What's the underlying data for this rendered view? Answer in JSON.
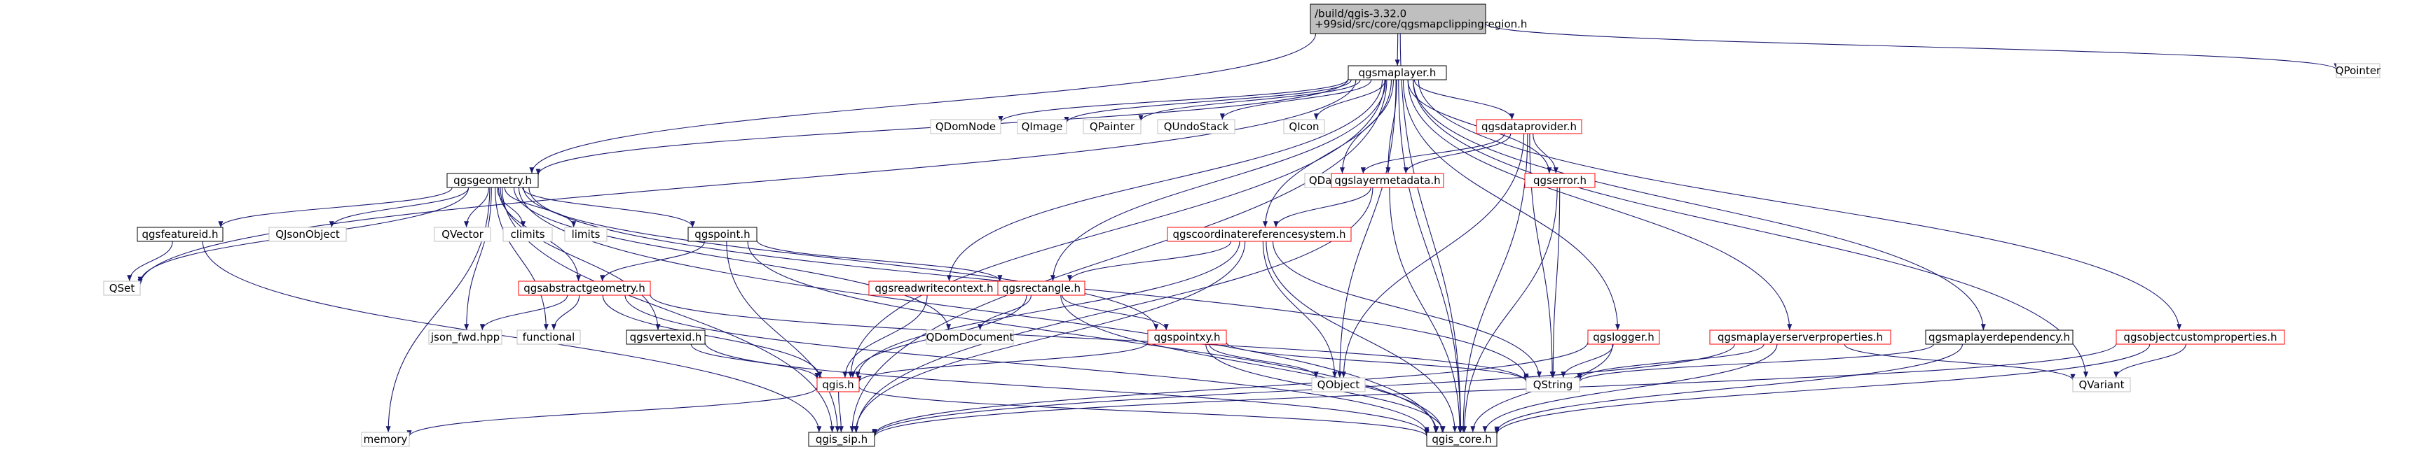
{
  "graph": {
    "nodes": [
      {
        "id": "root",
        "label": [
          "/build/qgis-3.32.0",
          "+99sid/src/core/qgsmapclippingregion.h"
        ],
        "style": "root"
      },
      {
        "id": "qpointer",
        "label": [
          "QPointer"
        ],
        "style": "gray"
      },
      {
        "id": "qgsmaplayer",
        "label": [
          "qgsmaplayer.h"
        ],
        "style": "black"
      },
      {
        "id": "qgsgeometry",
        "label": [
          "qgsgeometry.h"
        ],
        "style": "black"
      },
      {
        "id": "qdomnode",
        "label": [
          "QDomNode"
        ],
        "style": "gray"
      },
      {
        "id": "qimage",
        "label": [
          "QImage"
        ],
        "style": "gray"
      },
      {
        "id": "qpainter",
        "label": [
          "QPainter"
        ],
        "style": "gray"
      },
      {
        "id": "qundostack",
        "label": [
          "QUndoStack"
        ],
        "style": "gray"
      },
      {
        "id": "qicon",
        "label": [
          "QIcon"
        ],
        "style": "gray"
      },
      {
        "id": "qgsdataprovider",
        "label": [
          "qgsdataprovider.h"
        ],
        "style": "red"
      },
      {
        "id": "qdatetime",
        "label": [
          "QDateTime"
        ],
        "style": "gray"
      },
      {
        "id": "qgslayermetadata",
        "label": [
          "qgslayermetadata.h"
        ],
        "style": "red"
      },
      {
        "id": "qgserror",
        "label": [
          "qgserror.h"
        ],
        "style": "red"
      },
      {
        "id": "qgsfeatureid",
        "label": [
          "qgsfeatureid.h"
        ],
        "style": "black"
      },
      {
        "id": "qjsonobject",
        "label": [
          "QJsonObject"
        ],
        "style": "gray"
      },
      {
        "id": "qvector",
        "label": [
          "QVector"
        ],
        "style": "gray"
      },
      {
        "id": "climits",
        "label": [
          "climits"
        ],
        "style": "gray"
      },
      {
        "id": "limits",
        "label": [
          "limits"
        ],
        "style": "gray"
      },
      {
        "id": "qgspoint",
        "label": [
          "qgspoint.h"
        ],
        "style": "black"
      },
      {
        "id": "qgscrs",
        "label": [
          "qgscoordinatereferencesystem.h"
        ],
        "style": "red"
      },
      {
        "id": "qset",
        "label": [
          "QSet"
        ],
        "style": "gray"
      },
      {
        "id": "qgsreadwritecontext",
        "label": [
          "qgsreadwritecontext.h"
        ],
        "style": "red"
      },
      {
        "id": "qgsrectangle",
        "label": [
          "qgsrectangle.h"
        ],
        "style": "red"
      },
      {
        "id": "qgsabstractgeometry",
        "label": [
          "qgsabstractgeometry.h"
        ],
        "style": "red"
      },
      {
        "id": "json_fwd",
        "label": [
          "json_fwd.hpp"
        ],
        "style": "gray"
      },
      {
        "id": "functional",
        "label": [
          "functional"
        ],
        "style": "gray"
      },
      {
        "id": "qgsvertexid",
        "label": [
          "qgsvertexid.h"
        ],
        "style": "black"
      },
      {
        "id": "qdomdocument",
        "label": [
          "QDomDocument"
        ],
        "style": "gray"
      },
      {
        "id": "qgspointxy",
        "label": [
          "qgspointxy.h"
        ],
        "style": "red"
      },
      {
        "id": "qgslogger",
        "label": [
          "qgslogger.h"
        ],
        "style": "red"
      },
      {
        "id": "qgsmaplayerserverproperties",
        "label": [
          "qgsmaplayerserverproperties.h"
        ],
        "style": "red"
      },
      {
        "id": "qgsmaplayerdependency",
        "label": [
          "qgsmaplayerdependency.h"
        ],
        "style": "black"
      },
      {
        "id": "qgsobjectcustomproperties",
        "label": [
          "qgsobjectcustomproperties.h"
        ],
        "style": "red"
      },
      {
        "id": "qgis",
        "label": [
          "qgis.h"
        ],
        "style": "red"
      },
      {
        "id": "qobject",
        "label": [
          "QObject"
        ],
        "style": "gray"
      },
      {
        "id": "qstring",
        "label": [
          "QString"
        ],
        "style": "gray"
      },
      {
        "id": "qvariant",
        "label": [
          "QVariant"
        ],
        "style": "gray"
      },
      {
        "id": "memory",
        "label": [
          "memory"
        ],
        "style": "gray"
      },
      {
        "id": "qgis_sip",
        "label": [
          "qgis_sip.h"
        ],
        "style": "black"
      },
      {
        "id": "qgis_core",
        "label": [
          "qgis_core.h"
        ],
        "style": "black"
      }
    ],
    "edges": [
      [
        "root",
        "qpointer"
      ],
      [
        "root",
        "qgsmaplayer"
      ],
      [
        "root",
        "qgsgeometry"
      ],
      [
        "root",
        "qgis_core"
      ],
      [
        "qgsmaplayer",
        "qgsgeometry"
      ],
      [
        "qgsmaplayer",
        "qdomnode"
      ],
      [
        "qgsmaplayer",
        "qimage"
      ],
      [
        "qgsmaplayer",
        "qpainter"
      ],
      [
        "qgsmaplayer",
        "qundostack"
      ],
      [
        "qgsmaplayer",
        "qicon"
      ],
      [
        "qgsmaplayer",
        "qgsdataprovider"
      ],
      [
        "qgsmaplayer",
        "qdatetime"
      ],
      [
        "qgsmaplayer",
        "qgslayermetadata"
      ],
      [
        "qgsmaplayer",
        "qgserror"
      ],
      [
        "qgsmaplayer",
        "qgscrs"
      ],
      [
        "qgsmaplayer",
        "qgsreadwritecontext"
      ],
      [
        "qgsmaplayer",
        "qgsrectangle"
      ],
      [
        "qgsmaplayer",
        "qgis"
      ],
      [
        "qgsmaplayer",
        "qgslogger"
      ],
      [
        "qgsmaplayer",
        "qgsmaplayerserverproperties"
      ],
      [
        "qgsmaplayer",
        "qgsmaplayerdependency"
      ],
      [
        "qgsmaplayer",
        "qgsobjectcustomproperties"
      ],
      [
        "qgsmaplayer",
        "qobject"
      ],
      [
        "qgsmaplayer",
        "qvariant"
      ],
      [
        "qgsmaplayer",
        "qset"
      ],
      [
        "qgsmaplayer",
        "qgis_sip"
      ],
      [
        "qgsmaplayer",
        "qgis_core"
      ],
      [
        "qgsgeometry",
        "qgsfeatureid"
      ],
      [
        "qgsgeometry",
        "qjsonobject"
      ],
      [
        "qgsgeometry",
        "qvector"
      ],
      [
        "qgsgeometry",
        "climits"
      ],
      [
        "qgsgeometry",
        "limits"
      ],
      [
        "qgsgeometry",
        "qgspoint"
      ],
      [
        "qgsgeometry",
        "qset"
      ],
      [
        "qgsgeometry",
        "qgsabstractgeometry"
      ],
      [
        "qgsgeometry",
        "json_fwd"
      ],
      [
        "qgsgeometry",
        "functional"
      ],
      [
        "qgsgeometry",
        "qgsvertexid"
      ],
      [
        "qgsgeometry",
        "qdomdocument"
      ],
      [
        "qgsgeometry",
        "qgspointxy"
      ],
      [
        "qgsgeometry",
        "qstring"
      ],
      [
        "qgsgeometry",
        "memory"
      ],
      [
        "qgsgeometry",
        "qgis_sip"
      ],
      [
        "qgsgeometry",
        "qgis_core"
      ],
      [
        "qgsdataprovider",
        "qdatetime"
      ],
      [
        "qgsdataprovider",
        "qgslayermetadata"
      ],
      [
        "qgsdataprovider",
        "qgserror"
      ],
      [
        "qgsdataprovider",
        "qobject"
      ],
      [
        "qgsdataprovider",
        "qstring"
      ],
      [
        "qgsdataprovider",
        "qgis_core"
      ],
      [
        "qgslayermetadata",
        "qgscrs"
      ],
      [
        "qgslayermetadata",
        "qgis_sip"
      ],
      [
        "qgslayermetadata",
        "qgis_core"
      ],
      [
        "qgserror",
        "qstring"
      ],
      [
        "qgserror",
        "qgis_core"
      ],
      [
        "qgsfeatureid",
        "qset"
      ],
      [
        "qgsfeatureid",
        "qgis_sip"
      ],
      [
        "qgspoint",
        "qgsabstractgeometry"
      ],
      [
        "qgspoint",
        "qgsrectangle"
      ],
      [
        "qgspoint",
        "qgis_sip"
      ],
      [
        "qgspoint",
        "qgis_core"
      ],
      [
        "qgscrs",
        "qgsrectangle"
      ],
      [
        "qgscrs",
        "qgis"
      ],
      [
        "qgscrs",
        "qobject"
      ],
      [
        "qgscrs",
        "qstring"
      ],
      [
        "qgscrs",
        "qgis_sip"
      ],
      [
        "qgscrs",
        "qgis_core"
      ],
      [
        "qgsreadwritecontext",
        "qgis"
      ],
      [
        "qgsrectangle",
        "qdomdocument"
      ],
      [
        "qgsrectangle",
        "qgspointxy"
      ],
      [
        "qgsrectangle",
        "qgis"
      ],
      [
        "qgsrectangle",
        "qgis_core"
      ],
      [
        "qgsabstractgeometry",
        "json_fwd"
      ],
      [
        "qgsabstractgeometry",
        "functional"
      ],
      [
        "qgsabstractgeometry",
        "qgis"
      ],
      [
        "qgsabstractgeometry",
        "qstring"
      ],
      [
        "qgsabstractgeometry",
        "qgis_core"
      ],
      [
        "qgsvertexid",
        "qgis"
      ],
      [
        "qgsvertexid",
        "qgis_core"
      ],
      [
        "qgspointxy",
        "qgis"
      ],
      [
        "qgspointxy",
        "qobject"
      ],
      [
        "qgspointxy",
        "qstring"
      ],
      [
        "qgspointxy",
        "qgis_core"
      ],
      [
        "qgslogger",
        "qstring"
      ],
      [
        "qgslogger",
        "qgis_sip"
      ],
      [
        "qgslogger",
        "qgis_core"
      ],
      [
        "qgsmaplayerserverproperties",
        "qstring"
      ],
      [
        "qgsmaplayerserverproperties",
        "qvariant"
      ],
      [
        "qgsmaplayerserverproperties",
        "qgis_sip"
      ],
      [
        "qgsmaplayerserverproperties",
        "qgis_core"
      ],
      [
        "qgsmaplayerdependency",
        "qstring"
      ],
      [
        "qgsmaplayerdependency",
        "qgis_core"
      ],
      [
        "qgsobjectcustomproperties",
        "qvariant"
      ],
      [
        "qgsobjectcustomproperties",
        "qgis_sip"
      ],
      [
        "qgsobjectcustomproperties",
        "qgis_core"
      ],
      [
        "qgis",
        "memory"
      ],
      [
        "qgis",
        "qgis_sip"
      ],
      [
        "qgis",
        "qgis_core"
      ]
    ]
  },
  "colors": {
    "edge": "#191970",
    "box_black": "#000000",
    "box_red": "#ff0000",
    "box_gray": "#bfbfbf",
    "root_fill": "#bfbfbf",
    "text_main": "#000000",
    "text_gray": "#000000"
  }
}
